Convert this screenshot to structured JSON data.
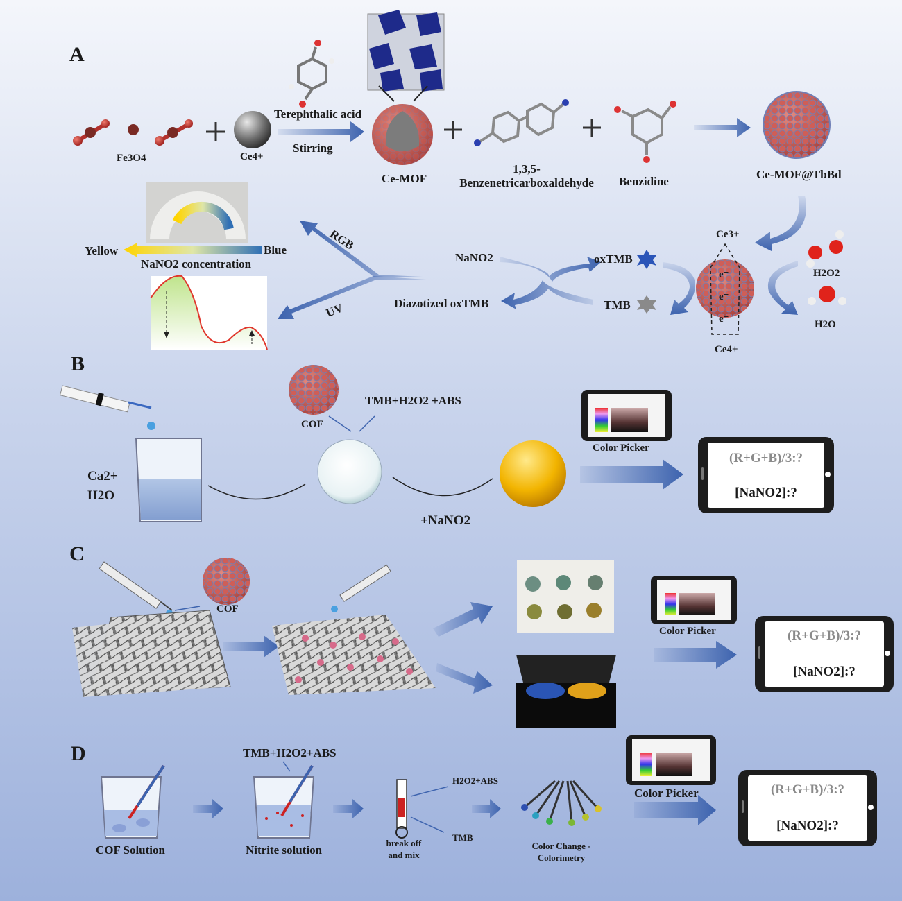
{
  "background": {
    "top": "#eef1f8",
    "bottom": "#9fb3dd"
  },
  "colors": {
    "arrow": "#3d63ae",
    "red_ball": "#c23b36",
    "cof_fill": "#c9524d",
    "dark_cube": "#1e2a8a"
  },
  "sections": {
    "a": "A",
    "b": "B",
    "c": "C",
    "d": "D"
  },
  "panelA": {
    "fe3o4": "Fe3O4",
    "ce4_top": "Ce4+",
    "terephthalic": "Terephthalic acid",
    "stirring": "Stirring",
    "ce_mof": "Ce-MOF",
    "btca_line1": "1,3,5-",
    "btca_line2": "Benzenetricarboxaldehyde",
    "benzidine": "Benzidine",
    "ce_mof_tbbd": "Ce-MOF@TbBd",
    "ce3": "Ce3+",
    "ce4_bottom": "Ce4+",
    "h2o2": "H2O2",
    "h2o": "H2O",
    "oxtmb": "oxTMB",
    "tmb": "TMB",
    "nano2": "NaNO2",
    "diazotized": "Diazotized oxTMB",
    "rgb": "RGB",
    "uv": "UV",
    "yellow": "Yellow",
    "blue": "Blue",
    "nano2_conc": "NaNO2 concentration",
    "electron": "e⁻"
  },
  "panelB": {
    "ca": "Ca2+",
    "water": "H2O",
    "cof": "COF",
    "reagents": "TMB+H2O2 +ABS",
    "add_nitrite": "+NaNO2",
    "color_picker": "Color Picker",
    "rgb_formula": "(R+G+B)/3:?",
    "nitrite_conc": "[NaNO2]:?"
  },
  "panelC": {
    "cof": "COF",
    "color_picker": "Color Picker",
    "rgb_formula": "(R+G+B)/3:?",
    "nitrite_conc": "[NaNO2]:?"
  },
  "panelD": {
    "reagents": "TMB+H2O2+ABS",
    "cof_solution": "COF Solution",
    "nitrite_solution": "Nitrite solution",
    "h2o2_abs": "H2O2+ABS",
    "tmb": "TMB",
    "break_off": "break off",
    "and_mix": "and mix",
    "color_change": "Color Change -",
    "colorimetry": "Colorimetry",
    "color_picker": "Color Picker",
    "rgb_formula": "(R+G+B)/3:?",
    "nitrite_conc": "[NaNO2]:?"
  }
}
